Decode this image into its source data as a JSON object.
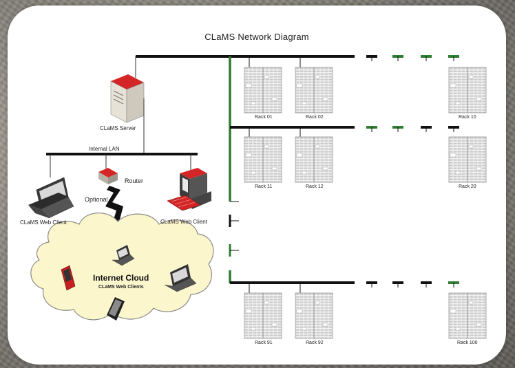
{
  "title": "CLaMS Network Diagram",
  "labels": {
    "server": "CLaMS Server",
    "lan": "Internal LAN",
    "router": "Router",
    "optional": "Optional",
    "web_client_laptop": "CLaMS Web Client",
    "web_client_desktop": "CLaMS Web Client",
    "cloud_title": "Internet Cloud",
    "cloud_sub": "CLaMS Web Clients"
  },
  "racks": [
    "Rack 01",
    "Rack 02",
    "Rack 10",
    "Rack 11",
    "Rack 12",
    "Rack 20",
    "Rack 91",
    "Rack 92",
    "Rack 100"
  ],
  "colors": {
    "line": "#111111",
    "accent_green": "#2e7d32",
    "device_red": "#cc1f1f",
    "cloud_fill": "#fbf6cc",
    "cloud_stroke": "#8a8a8a"
  },
  "icons": [
    "server-icon",
    "router-icon",
    "laptop-icon",
    "desktop-icon",
    "lightning-icon",
    "pda-icon",
    "tablet-icon",
    "rack-icon"
  ]
}
